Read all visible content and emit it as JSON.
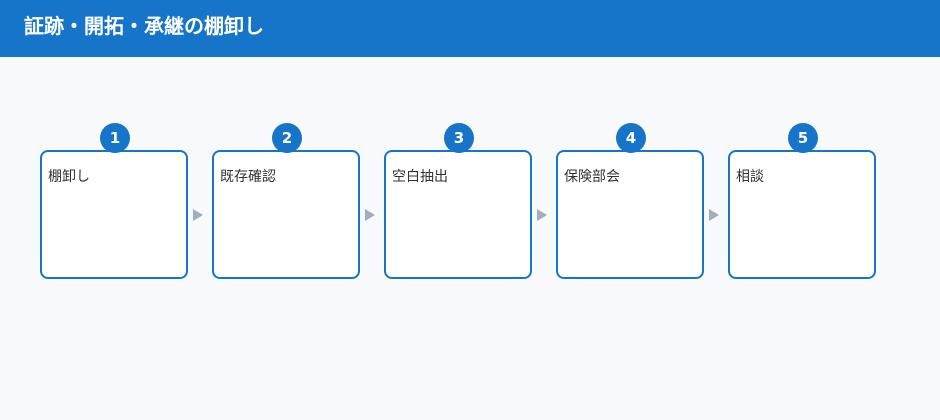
{
  "header": {
    "title": "証跡・開拓・承継の棚卸し"
  },
  "colors": {
    "accent": "#1675c9",
    "arrow": "#a3adbd",
    "background": "#f7f9fb"
  },
  "steps": [
    {
      "number": "1",
      "label": "棚卸し"
    },
    {
      "number": "2",
      "label": "既存確認"
    },
    {
      "number": "3",
      "label": "空白抽出"
    },
    {
      "number": "4",
      "label": "保険部会"
    },
    {
      "number": "5",
      "label": "相談"
    }
  ]
}
